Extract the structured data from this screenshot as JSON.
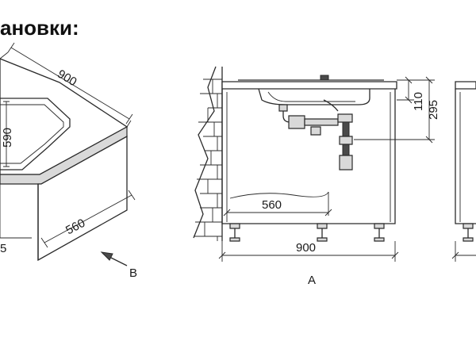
{
  "heading": "ановки:",
  "left_view": {
    "dim_width": "900",
    "dim_depth": "590",
    "dim_side": "560",
    "dim_cut": "5",
    "view_marker": "B"
  },
  "front_view": {
    "dim_top": "110",
    "dim_drain": "295",
    "dim_inner": "560",
    "dim_width": "900",
    "view_marker": "A"
  }
}
